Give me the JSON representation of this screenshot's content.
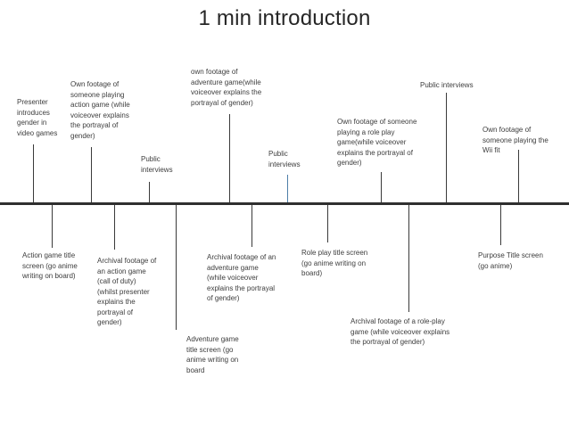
{
  "title": "1 min introduction",
  "timeline": {
    "line_color": "#2f2f2f",
    "tick_color": "#3a3a3a",
    "accent_tick_color": "#4e7ea8",
    "above_labels": [
      {
        "text": "Presenter\nintroduces\ngender in\nvideo games"
      },
      {
        "text": "Own footage of\nsomeone playing\naction game (while\nvoiceover explains\nthe portrayal of\ngender)"
      },
      {
        "text": "Public\ninterviews"
      },
      {
        "text": "own footage of\nadventure game(while\nvoiceover explains the\nportrayal of gender)"
      },
      {
        "text": "Public\ninterviews"
      },
      {
        "text": "Own footage of someone\nplaying a role play\ngame(while voiceover\nexplains the portrayal of\ngender)"
      },
      {
        "text": "Public interviews"
      },
      {
        "text": "Own footage of\nsomeone playing the\nWii fit"
      }
    ],
    "below_labels": [
      {
        "text": "Action game title\nscreen (go anime\nwriting on board)"
      },
      {
        "text": "Archival footage of\nan action game\n(call of duty)\n(whilst presenter\nexplains the\nportrayal of\ngender)"
      },
      {
        "text": "Adventure game\ntitle screen (go\nanime writing on\nboard"
      },
      {
        "text": "Archival footage of an\nadventure game\n(while voiceover\nexplains the portrayal\nof gender)"
      },
      {
        "text": "Role play title screen\n(go anime writing on\nboard)"
      },
      {
        "text": "Archival footage of a role-play\ngame (while voiceover explains\nthe portrayal of gender)"
      },
      {
        "text": "Purpose Title screen\n(go anime)"
      }
    ]
  }
}
